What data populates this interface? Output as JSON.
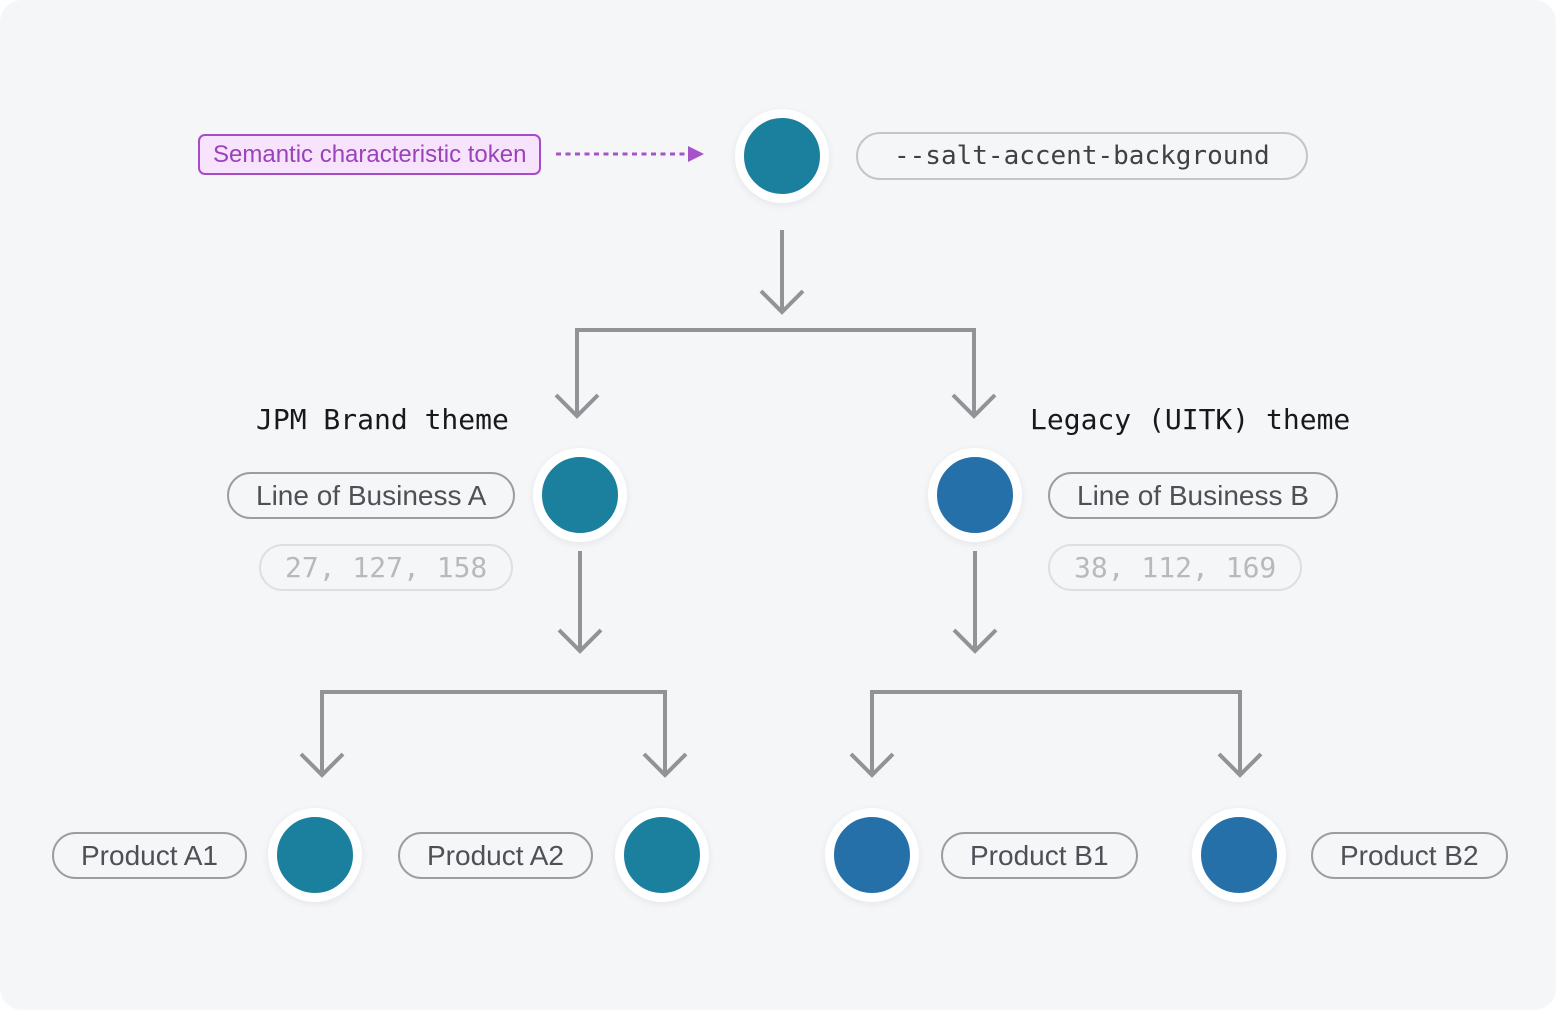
{
  "canvas": {
    "background": "#f5f6f8"
  },
  "colors": {
    "accent_teal": "#1B7F9E",
    "accent_blue": "#2670A9",
    "annotation_border": "#a74bc7",
    "annotation_background": "#f7e4fc",
    "annotation_text": "#9a42b9",
    "arrow_gray": "#919396",
    "arrow_purple": "#a652c8",
    "pill_border": "#9b9ea1",
    "pill_text": "#4d5156",
    "value_border": "#dddfe1",
    "value_text": "#b7b9bc"
  },
  "annotation": {
    "label": "Semantic characteristic token"
  },
  "root": {
    "token": "--salt-accent-background",
    "swatch": "#1B7F9E"
  },
  "themes": [
    {
      "name": "JPM Brand theme",
      "lob": "Line of Business A",
      "rgb": "27, 127, 158",
      "swatch": "#1B7F9E",
      "products": [
        "Product A1",
        "Product A2"
      ]
    },
    {
      "name": "Legacy (UITK) theme",
      "lob": "Line of Business B",
      "rgb": "38, 112, 169",
      "swatch": "#2670A9",
      "products": [
        "Product B1",
        "Product B2"
      ]
    }
  ]
}
